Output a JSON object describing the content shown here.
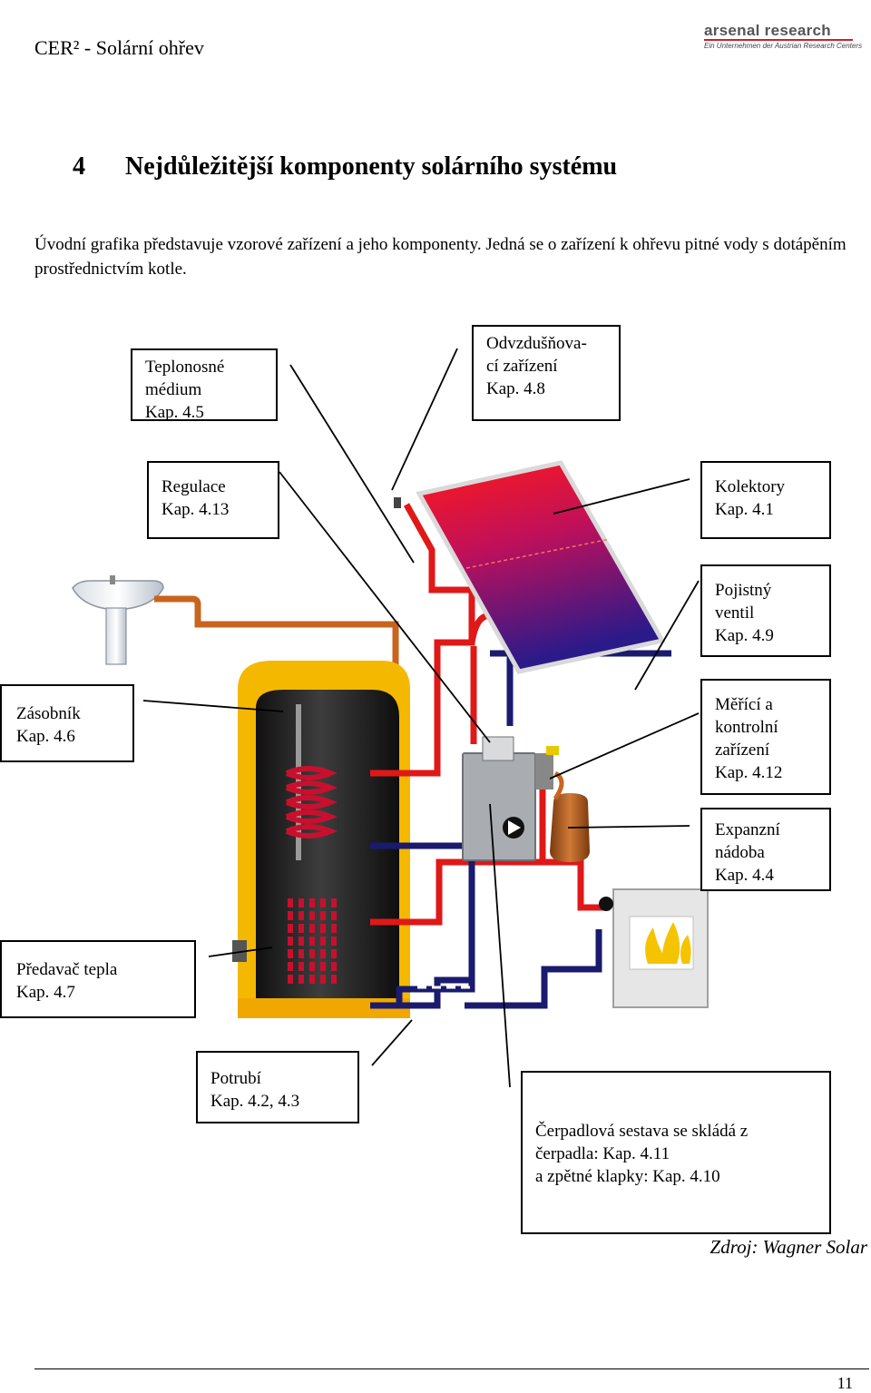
{
  "header": {
    "left": "CER² - Solární ohřev",
    "logo_brand": "arsenal research",
    "logo_sub": "Ein Unternehmen der Austrian Research Centers"
  },
  "chapter": {
    "number": "4",
    "title": "Nejdůležitější komponenty solárního systému"
  },
  "intro": "Úvodní grafika představuje vzorové zařízení a jeho komponenty. Jedná se o zařízení k ohřevu pitné vody s dotápěním prostřednictvím kotle.",
  "labels": {
    "teplonosne": [
      "Teplonosné",
      "médium",
      "Kap. 4.5"
    ],
    "odvzdusnovaci": [
      "Odvzdušňova-",
      "cí zařízení",
      "Kap. 4.8"
    ],
    "regulace": [
      "Regulace",
      "Kap. 4.13"
    ],
    "kolektory": [
      "Kolektory",
      "Kap. 4.1"
    ],
    "pojistny": [
      "Pojistný",
      "ventil",
      "Kap. 4.9"
    ],
    "zasobnik": [
      "Zásobník",
      "Kap. 4.6"
    ],
    "merici": [
      "Měřící a",
      "kontrolní",
      "zařízení",
      "Kap. 4.12"
    ],
    "expanzni": [
      "Expanzní",
      "nádoba",
      "Kap. 4.4"
    ],
    "predavac": [
      "Předavač tepla",
      "Kap. 4.7"
    ],
    "potrubi": [
      "Potrubí",
      "Kap. 4.2, 4.3"
    ],
    "cerpadlova": [
      "Čerpadlová sestava se skládá z",
      "čerpadla: Kap. 4.11",
      "a zpětné klapky: Kap. 4.10"
    ]
  },
  "source": "Zdroj: Wagner Solar",
  "page_number": "11",
  "colors": {
    "hot_pipe": "#e01818",
    "cold_pipe": "#1a1a6e",
    "tank_jacket": "#f5b800",
    "copper": "#c8641e"
  }
}
